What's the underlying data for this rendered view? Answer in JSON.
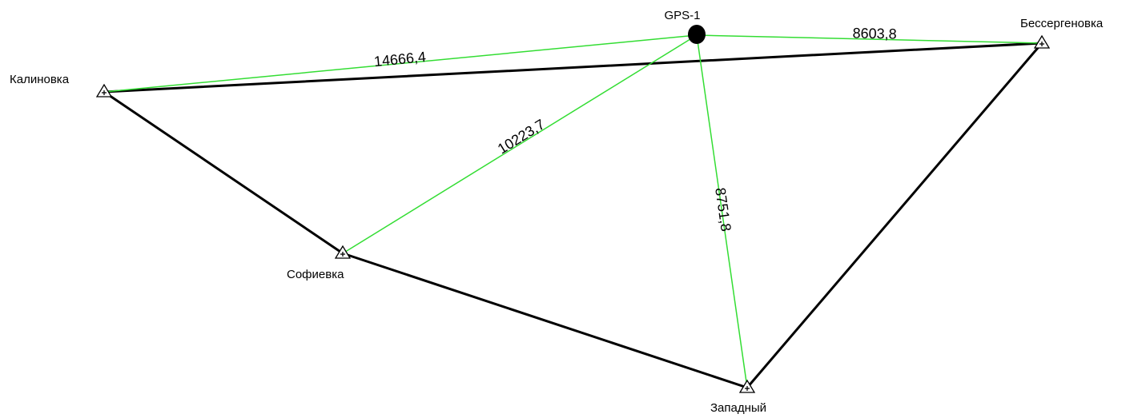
{
  "colors": {
    "background": "#ffffff",
    "network_line": "#000000",
    "gps_line": "#33dd33",
    "marker": "#000000"
  },
  "stations": {
    "kalinovka": {
      "label": "Калиновка",
      "marker": "triangle-survey-mark"
    },
    "bessergenovka": {
      "label": "Бессергеновка",
      "marker": "triangle-survey-mark"
    },
    "sofievka": {
      "label": "Софиевка",
      "marker": "triangle-survey-mark"
    },
    "zapadny": {
      "label": "Западный",
      "marker": "triangle-survey-mark"
    }
  },
  "gps_point": {
    "label": "GPS-1",
    "marker": "filled-circle"
  },
  "network_edges": [
    {
      "from": "Калиновка",
      "to": "Бессергеновка"
    },
    {
      "from": "Калиновка",
      "to": "Софиевка"
    },
    {
      "from": "Софиевка",
      "to": "Западный"
    },
    {
      "from": "Западный",
      "to": "Бессергеновка"
    }
  ],
  "gps_vectors": [
    {
      "from": "GPS-1",
      "to": "Калиновка",
      "distance": "14666,4"
    },
    {
      "from": "GPS-1",
      "to": "Бессергеновка",
      "distance": "8603,8"
    },
    {
      "from": "GPS-1",
      "to": "Софиевка",
      "distance": "10223,7"
    },
    {
      "from": "GPS-1",
      "to": "Западный",
      "distance": "8751,8"
    }
  ]
}
